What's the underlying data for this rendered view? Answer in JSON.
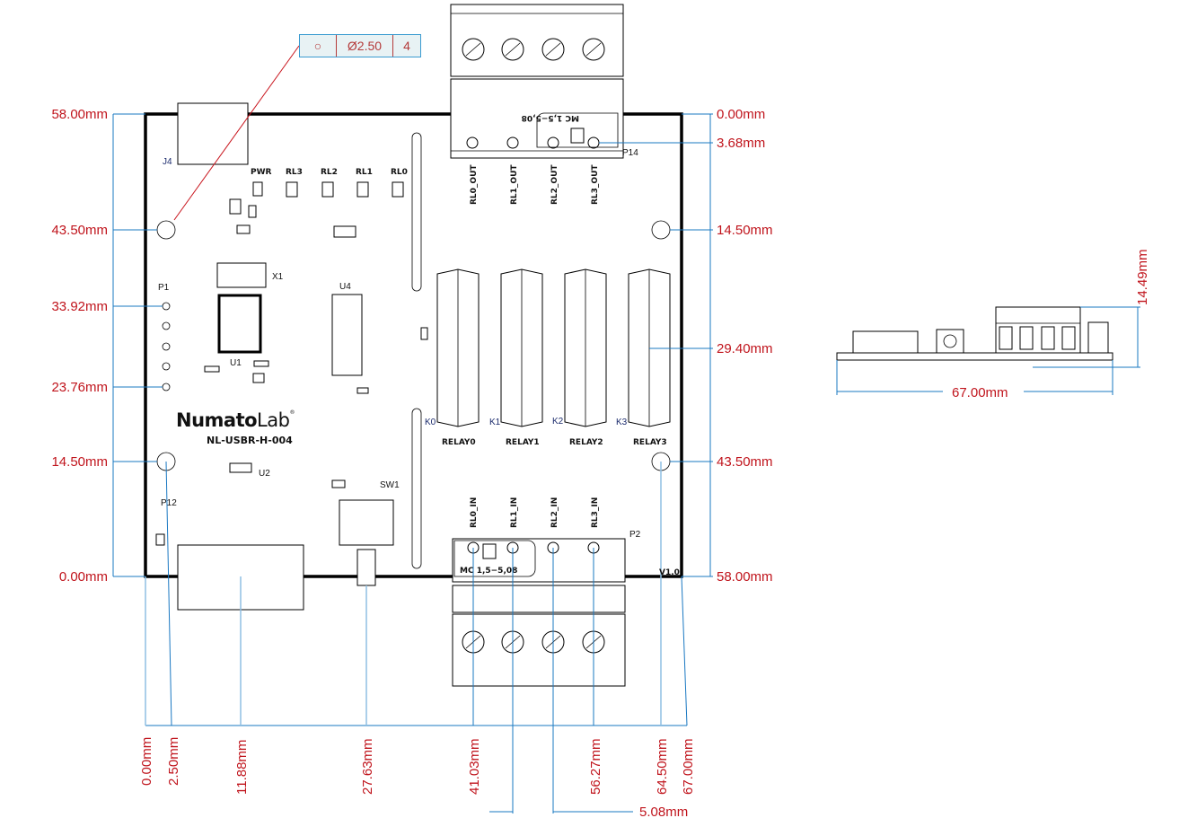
{
  "drawing": {
    "board_name": "NL-USBR-H-004",
    "brand": {
      "bold": "Numato",
      "light": "Lab",
      "mark": "®"
    },
    "version": "V1.0",
    "feature_control_frame": {
      "symbol": "○",
      "value": "Ø2.50",
      "count": "4"
    },
    "refdes": {
      "J4": "J4",
      "P1": "P1",
      "X1": "X1",
      "U1": "U1",
      "U4": "U4",
      "U2": "U2",
      "P12": "P12",
      "SW1": "SW1",
      "P14": "P14",
      "P2": "P2",
      "K0": "K0",
      "K1": "K1",
      "K2": "K2",
      "K3": "K3"
    },
    "led_labels": [
      "PWR",
      "RL3",
      "RL2",
      "RL1",
      "RL0"
    ],
    "relay_labels": [
      "RELAY0",
      "RELAY1",
      "RELAY2",
      "RELAY3"
    ],
    "output_labels": [
      "RL0_OUT",
      "RL1_OUT",
      "RL2_OUT",
      "RL3_OUT"
    ],
    "input_labels": [
      "RL0_IN",
      "RL1_IN",
      "RL2_IN",
      "RL3_IN"
    ],
    "connector_marking": "MC 1,5−5,08",
    "left_dims": [
      "58.00mm",
      "43.50mm",
      "33.92mm",
      "23.76mm",
      "14.50mm",
      "0.00mm"
    ],
    "right_dims": [
      "0.00mm",
      "3.68mm",
      "14.50mm",
      "29.40mm",
      "43.50mm",
      "58.00mm"
    ],
    "bottom_dims": [
      "0.00mm",
      "2.50mm",
      "11.88mm",
      "27.63mm",
      "41.03mm",
      "56.27mm",
      "64.50mm",
      "67.00mm"
    ],
    "pitch_dim": "5.08mm",
    "side_view": {
      "width_dim": "67.00mm",
      "height_dim": "14.49mm"
    }
  }
}
